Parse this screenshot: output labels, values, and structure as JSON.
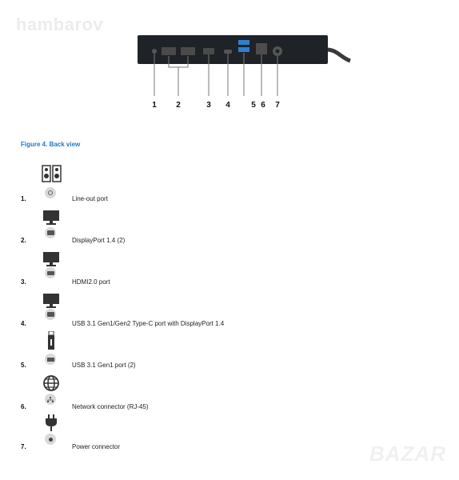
{
  "watermarks": {
    "top": "hambarov",
    "bottom": "BAZAR"
  },
  "callouts": [
    "1",
    "2",
    "3",
    "4",
    "5",
    "6",
    "7"
  ],
  "figure_caption": "Figure 4. Back view",
  "items": [
    {
      "number": "1.",
      "label": "Line-out port",
      "icon_top": "speakers-icon",
      "icon_badge": "headphone-jack-icon"
    },
    {
      "number": "2.",
      "label": "DisplayPort 1.4 (2)",
      "icon_top": "monitor-icon",
      "icon_badge": "displayport-icon"
    },
    {
      "number": "3.",
      "label": "HDMI2.0 port",
      "icon_top": "monitor-icon",
      "icon_badge": "hdmi-icon"
    },
    {
      "number": "4.",
      "label": "USB 3.1 Gen1/Gen2 Type-C port with DisplayPort 1.4",
      "icon_top": "monitor-icon",
      "icon_badge": "displayport-icon"
    },
    {
      "number": "5.",
      "label": "USB 3.1 Gen1 port (2)",
      "icon_top": "usb-stick-icon",
      "icon_badge": "usb-icon"
    },
    {
      "number": "6.",
      "label": "Network connector (RJ-45)",
      "icon_top": "globe-icon",
      "icon_badge": "network-icon"
    },
    {
      "number": "7.",
      "label": "Power connector",
      "icon_top": "power-plug-icon",
      "icon_badge": "power-icon"
    }
  ],
  "colors": {
    "caption": "#1e79c5",
    "dock": "#1f2327",
    "usb_port": "#2f7fd1"
  }
}
